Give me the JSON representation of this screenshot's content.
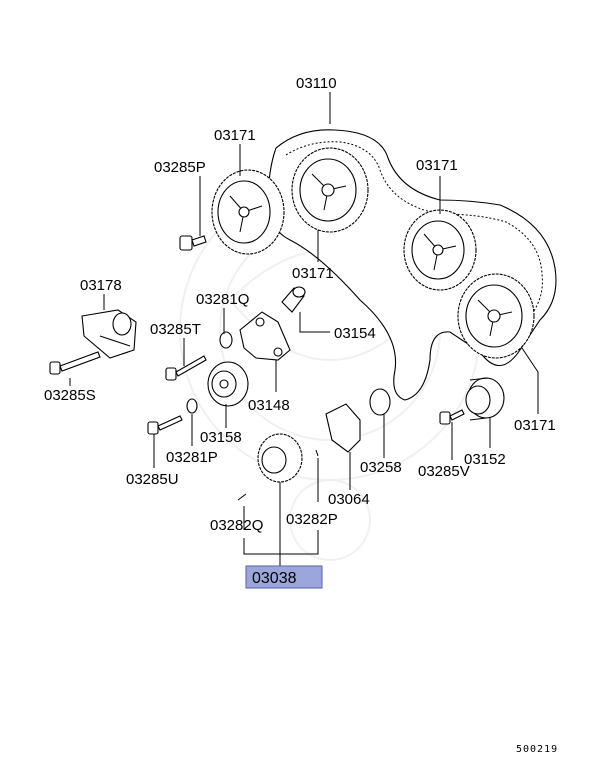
{
  "diagram": {
    "labels": {
      "belt": "03110",
      "sprocket_top_left": "03171",
      "sprocket_center": "03171",
      "sprocket_right_upper": "03171",
      "sprocket_right_lower": "03171",
      "bolt_top": "03285P",
      "tensioner": "03178",
      "washer_q": "03281Q",
      "bolt_t": "03285T",
      "pin": "03154",
      "bolt_s": "03285S",
      "bracket": "03148",
      "washer_p": "03281P",
      "pulley_small": "03158",
      "bolt_u": "03285U",
      "seal": "03258",
      "plate": "03064",
      "idler": "03152",
      "bolt_v": "03285V",
      "pin_q": "03282Q",
      "pin_p": "03282P",
      "highlighted": "03038"
    },
    "diagram_code": "500219",
    "highlight_color": "#9aa6dc"
  }
}
